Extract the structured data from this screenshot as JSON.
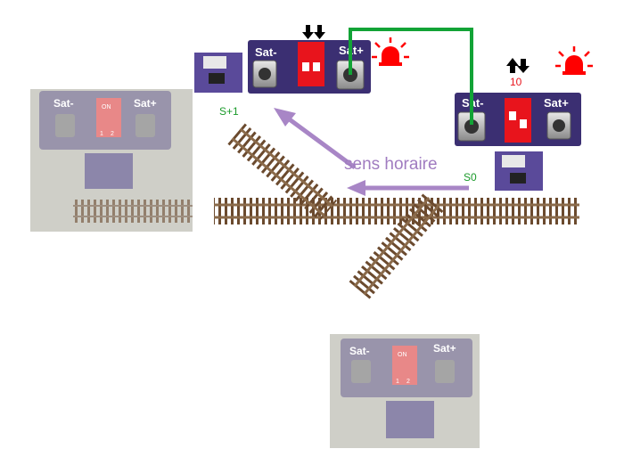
{
  "boards": {
    "board_s1": {
      "sat_minus": "Sat-",
      "sat_plus": "Sat+",
      "switch_state": "both-down"
    },
    "board_s0": {
      "sat_minus": "Sat-",
      "sat_plus": "Sat+",
      "switch_state": "up-down",
      "address": "10"
    },
    "board_left": {
      "sat_minus": "Sat-",
      "sat_plus": "Sat+",
      "dip_on": "ON",
      "dip_num1": "1",
      "dip_num2": "2"
    },
    "board_bottom": {
      "sat_minus": "Sat-",
      "sat_plus": "Sat+",
      "dip_on": "ON",
      "dip_num1": "1",
      "dip_num2": "2"
    }
  },
  "labels": {
    "s_plus_1": "S+1",
    "s_zero": "S0",
    "direction": "sens horaire"
  },
  "icons": [
    "signal-light-icon",
    "arrow-down-icon",
    "arrow-up-icon"
  ],
  "colors": {
    "board": "#3b2f72",
    "dip_switch": "#e8141c",
    "wire": "#12a336",
    "signal": "#ff0000",
    "arrow": "#a886c6",
    "inactive_panel": "#cfcfc8",
    "rail": "#8a6a4a"
  }
}
